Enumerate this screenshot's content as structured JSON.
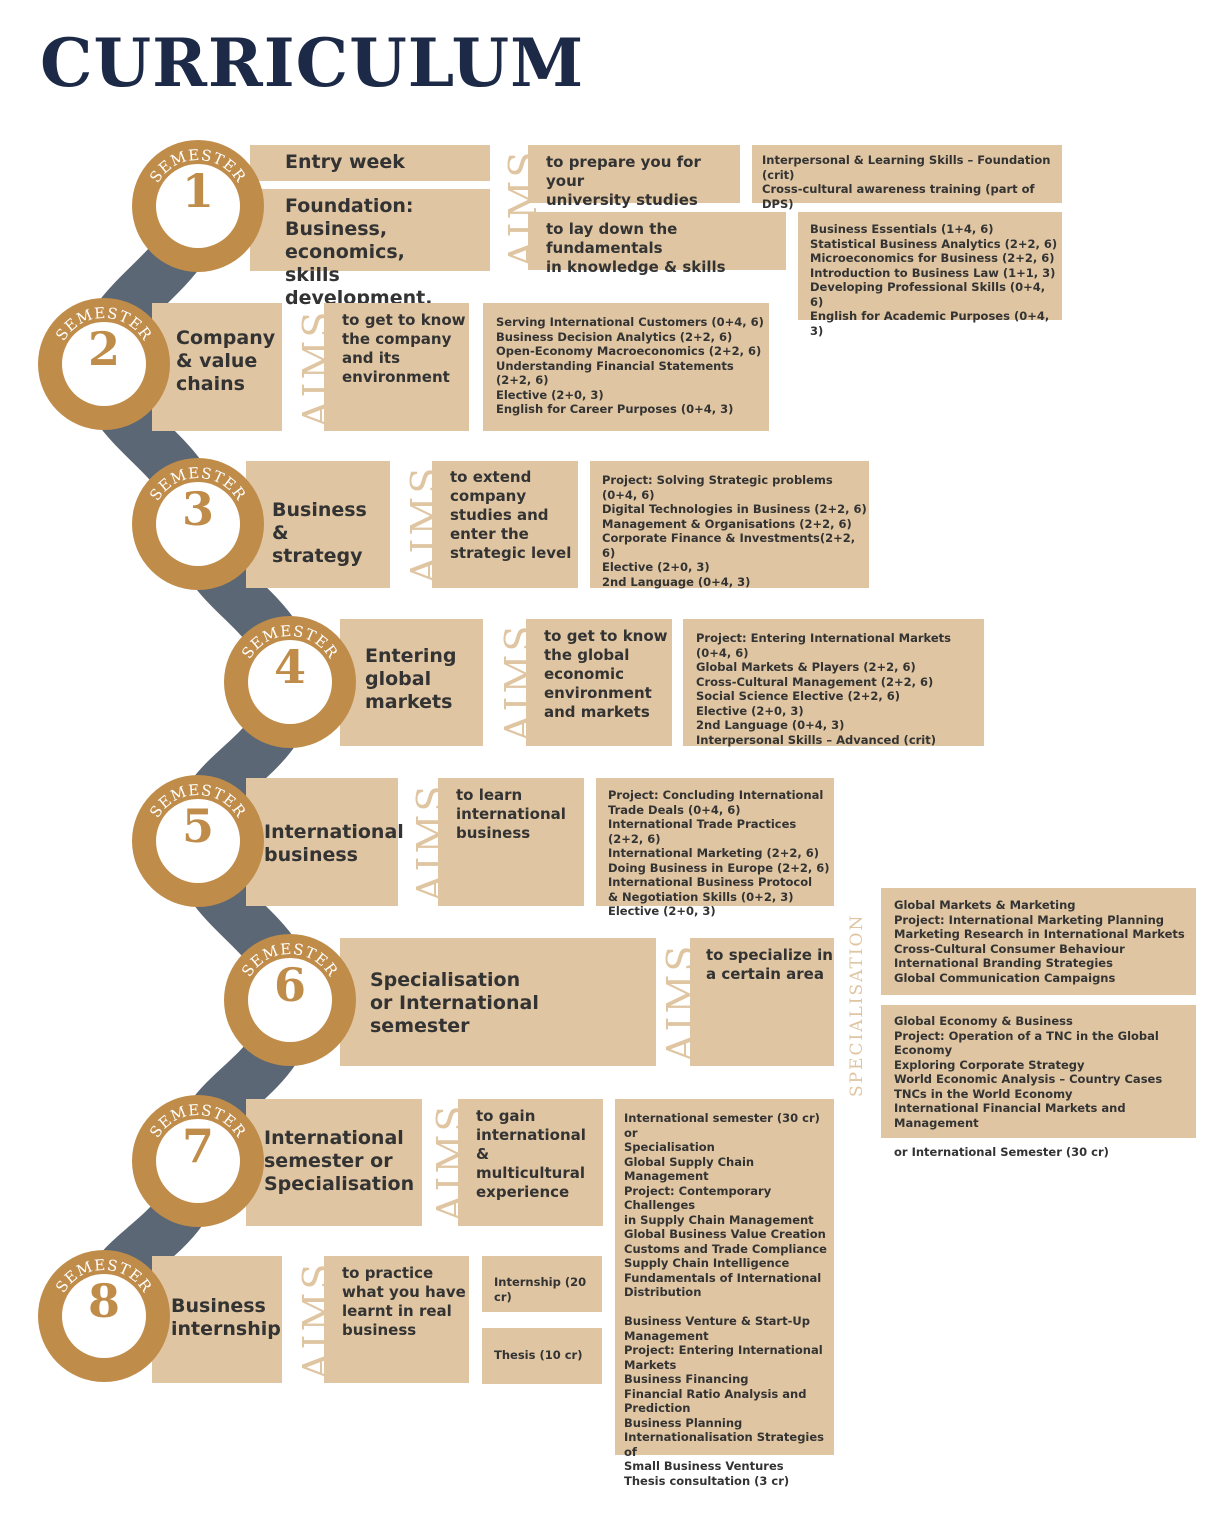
{
  "title": "CURRICULUM",
  "semester_word": "SEMESTER",
  "aims_word": "AIMS",
  "specialisation_word": "SPECIALISATION",
  "semesters": [
    {
      "number": "1",
      "entry": "Entry week",
      "label": "Foundation:\nBusiness, economics,\nskills development.",
      "aims": [
        "to prepare you for your\nuniversity studies",
        "to lay down the fundamentals\nin knowledge & skills"
      ],
      "courses": [
        "Interpersonal & Learning Skills – Foundation (crit)\nCross-cultural awareness training (part of DPS)",
        "Business Essentials (1+4, 6)\nStatistical Business Analytics (2+2, 6)\nMicroeconomics for Business (2+2, 6)\nIntroduction to Business Law (1+1, 3)\nDeveloping Professional Skills (0+4, 6)\nEnglish for Academic Purposes (0+4, 3)"
      ]
    },
    {
      "number": "2",
      "label": "Company\n& value\nchains",
      "aim": "to get to know\nthe company\nand its\nenvironment",
      "courses": "Serving International Customers (0+4, 6)\nBusiness Decision Analytics (2+2, 6)\nOpen-Economy Macroeconomics (2+2, 6)\nUnderstanding Financial Statements (2+2, 6)\nElective (2+0, 3)\nEnglish for Career Purposes (0+4, 3)"
    },
    {
      "number": "3",
      "label": "Business &\nstrategy",
      "aim": "to extend\ncompany\nstudies and\nenter the\nstrategic level",
      "courses": "Project: Solving Strategic problems (0+4, 6)\nDigital Technologies in Business (2+2, 6)\nManagement & Organisations  (2+2, 6)\nCorporate Finance & Investments(2+2, 6)\nElective (2+0, 3)\n2nd Language (0+4, 3)"
    },
    {
      "number": "4",
      "label": "Entering\nglobal\nmarkets",
      "aim": "to get to know\nthe global\neconomic\nenvironment\nand markets",
      "courses": "Project: Entering International Markets (0+4, 6)\nGlobal Markets & Players (2+2, 6)\nCross-Cultural Management (2+2, 6)\nSocial Science Elective (2+2, 6)\nElective (2+0, 3)\n2nd Language (0+4, 3)\nInterpersonal Skills – Advanced (crit)"
    },
    {
      "number": "5",
      "label": "International\nbusiness",
      "aim": "to learn\ninternational\nbusiness",
      "courses": "Project: Concluding International\nTrade Deals (0+4, 6)\nInternational Trade Practices (2+2, 6)\nInternational Marketing (2+2, 6)\nDoing Business in Europe (2+2, 6)\nInternational Business Protocol\n& Negotiation Skills (0+2, 3)\nElective (2+0, 3)"
    },
    {
      "number": "6",
      "label": "Specialisation\nor International\nsemester",
      "aim": "to specialize in\na certain area",
      "courses": [
        "Global Markets & Marketing\nProject: International Marketing Planning\nMarketing Research in International Markets\nCross-Cultural Consumer Behaviour\nInternational Branding Strategies\nGlobal Communication Campaigns",
        "Global Economy & Business\nProject: Operation of a TNC in the Global Economy\nExploring Corporate Strategy\nWorld Economic Analysis – Country Cases\nTNCs in the World Economy\nInternational Financial Markets and Management\n\nor International Semester (30 cr)"
      ]
    },
    {
      "number": "7",
      "label": "International\nsemester or\nSpecialisation",
      "aim": "to gain\ninternational\n& multicultural\nexperience",
      "courses": "International semester (30 cr)\nor\nSpecialisation\nGlobal Supply Chain Management\nProject: Contemporary Challenges\nin Supply Chain Management\nGlobal Business Value Creation\nCustoms and Trade Compliance\nSupply Chain Intelligence\nFundamentals of International\nDistribution\n\nBusiness Venture & Start-Up\nManagement\nProject: Entering International\nMarkets\nBusiness Financing\nFinancial Ratio Analysis and\nPrediction\nBusiness Planning\nInternationalisation Strategies of\nSmall Business Ventures\nThesis consultation (3 cr)"
    },
    {
      "number": "8",
      "label": "Business\ninternship",
      "aim": "to practice\nwhat you have\nlearnt in real\nbusiness",
      "courses": [
        "Internship (20 cr)",
        "Thesis  (10 cr)"
      ]
    }
  ]
}
